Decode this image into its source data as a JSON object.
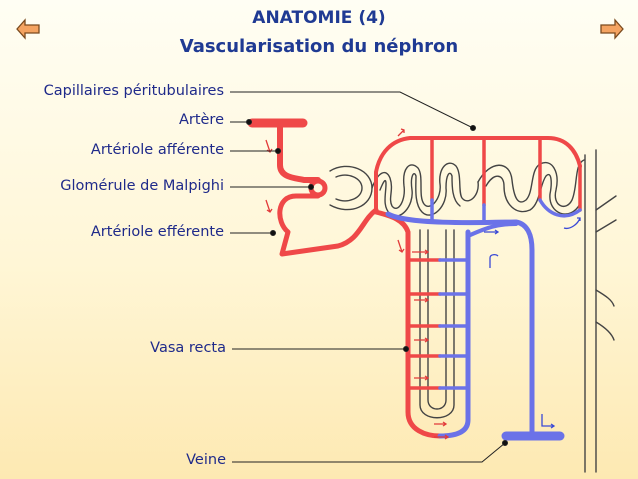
{
  "header": {
    "title": "ANATOMIE (4)",
    "subtitle": "Vascularisation du néphron"
  },
  "navigation": {
    "prev_icon": "arrow-left-icon",
    "next_icon": "arrow-right-icon"
  },
  "labels": {
    "capillaires": "Capillaires péritubulaires",
    "artere": "Artère",
    "arteriole_afferente": "Artériole afférente",
    "glomerule": "Glomérule de Malpighi",
    "arteriole_efferente": "Artériole efférente",
    "vasa_recta": "Vasa recta",
    "veine": "Veine"
  },
  "colors": {
    "title": "#1f3a93",
    "label_text": "#1f2a8a",
    "arterial": "#ef4848",
    "venous": "#6b72e8",
    "tubule": "#444444",
    "flow_arrow": "#e23a3a",
    "flow_arrow_venous": "#3a49d6",
    "nav_button": "#f4a361"
  }
}
